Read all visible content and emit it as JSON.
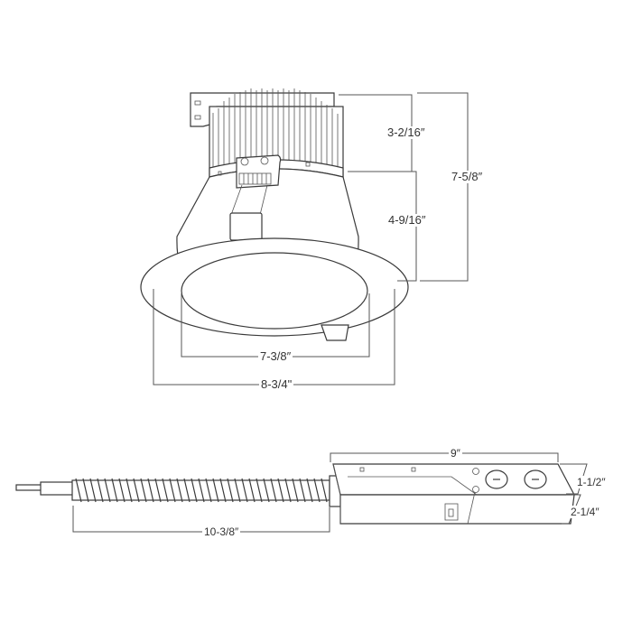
{
  "diagram": {
    "subject": "Recessed downlight with remote junction box",
    "top_view": {
      "dimensions": {
        "heatsink_height": "3-2/16″",
        "reflector_height": "4-9/16″",
        "overall_height": "7-5/8″",
        "aperture_diameter": "7-3/8″",
        "trim_diameter": "8-3/4\""
      }
    },
    "bottom_view": {
      "dimensions": {
        "junction_box_length": "9″",
        "junction_box_width": "1-1/2″",
        "junction_box_height": "2-1/4″",
        "flex_conduit_length": "10-3/8″"
      }
    },
    "colors": {
      "line": "#3a3a3a",
      "text": "#333333",
      "background": "#ffffff"
    }
  }
}
